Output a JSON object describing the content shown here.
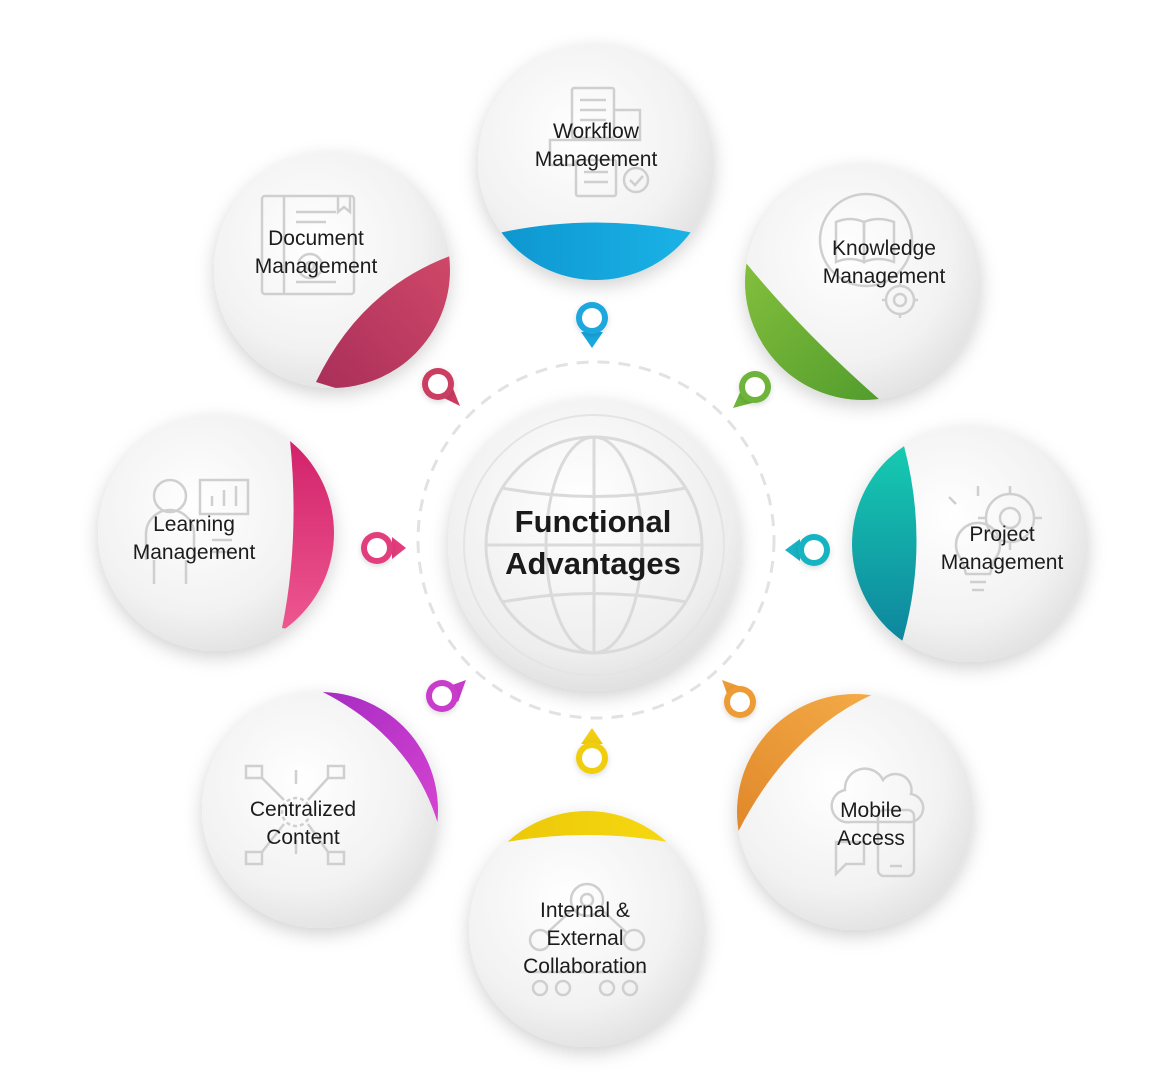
{
  "center": {
    "title_line1": "Functional",
    "title_line2": "Advantages",
    "icon": "globe-icon"
  },
  "nodes": [
    {
      "id": "workflow",
      "line1": "Workflow",
      "line2": "Management",
      "color": "#0fa0d9",
      "color2": "#1ab2e6",
      "icon": "workflow-documents-icon"
    },
    {
      "id": "knowledge",
      "line1": "Knowledge",
      "line2": "Management",
      "color": "#5da632",
      "color2": "#8bc53f",
      "icon": "book-gear-icon"
    },
    {
      "id": "project",
      "line1": "Project",
      "line2": "Management",
      "color": "#0e8ea3",
      "color2": "#16c7b0",
      "icon": "gear-bulb-icon"
    },
    {
      "id": "mobile",
      "line1": "Mobile",
      "line2": "Access",
      "color": "#e0892a",
      "color2": "#f3a545",
      "icon": "mobile-cloud-icon"
    },
    {
      "id": "collaboration",
      "line1": "Internal &",
      "line2": "External",
      "line3": "Collaboration",
      "color": "#e4c60a",
      "color2": "#f6d811",
      "icon": "network-people-icon"
    },
    {
      "id": "centralized",
      "line1": "Centralized",
      "line2": "Content",
      "color": "#a82bc4",
      "color2": "#d23fd1",
      "icon": "network-nodes-icon"
    },
    {
      "id": "learning",
      "line1": "Learning",
      "line2": "Management",
      "color": "#d2246d",
      "color2": "#ea4c89",
      "icon": "presentation-icon"
    },
    {
      "id": "document",
      "line1": "Document",
      "line2": "Management",
      "color": "#a8305a",
      "color2": "#cf4466",
      "icon": "document-icon"
    }
  ]
}
